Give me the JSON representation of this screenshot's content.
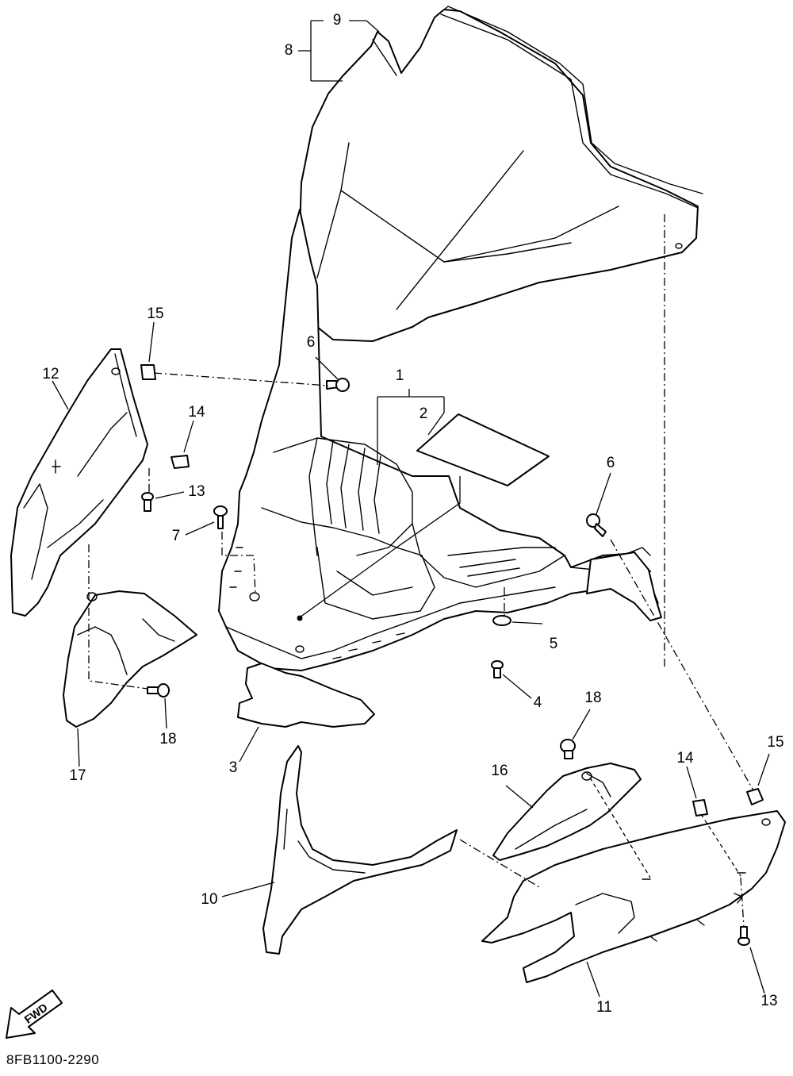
{
  "diagram": {
    "code": "8FB1100-2290",
    "fwd_label": "FWD",
    "callouts": [
      {
        "id": "c1",
        "text": "1"
      },
      {
        "id": "c2",
        "text": "2"
      },
      {
        "id": "c3",
        "text": "3"
      },
      {
        "id": "c4",
        "text": "4"
      },
      {
        "id": "c5",
        "text": "5"
      },
      {
        "id": "c6a",
        "text": "6"
      },
      {
        "id": "c6b",
        "text": "6"
      },
      {
        "id": "c7",
        "text": "7"
      },
      {
        "id": "c8",
        "text": "8"
      },
      {
        "id": "c9",
        "text": "9"
      },
      {
        "id": "c10",
        "text": "10"
      },
      {
        "id": "c11",
        "text": "11"
      },
      {
        "id": "c12",
        "text": "12"
      },
      {
        "id": "c13a",
        "text": "13"
      },
      {
        "id": "c13b",
        "text": "13"
      },
      {
        "id": "c14a",
        "text": "14"
      },
      {
        "id": "c14b",
        "text": "14"
      },
      {
        "id": "c15a",
        "text": "15"
      },
      {
        "id": "c15b",
        "text": "15"
      },
      {
        "id": "c16",
        "text": "16"
      },
      {
        "id": "c17",
        "text": "17"
      },
      {
        "id": "c18a",
        "text": "18"
      },
      {
        "id": "c18b",
        "text": "18"
      }
    ]
  }
}
